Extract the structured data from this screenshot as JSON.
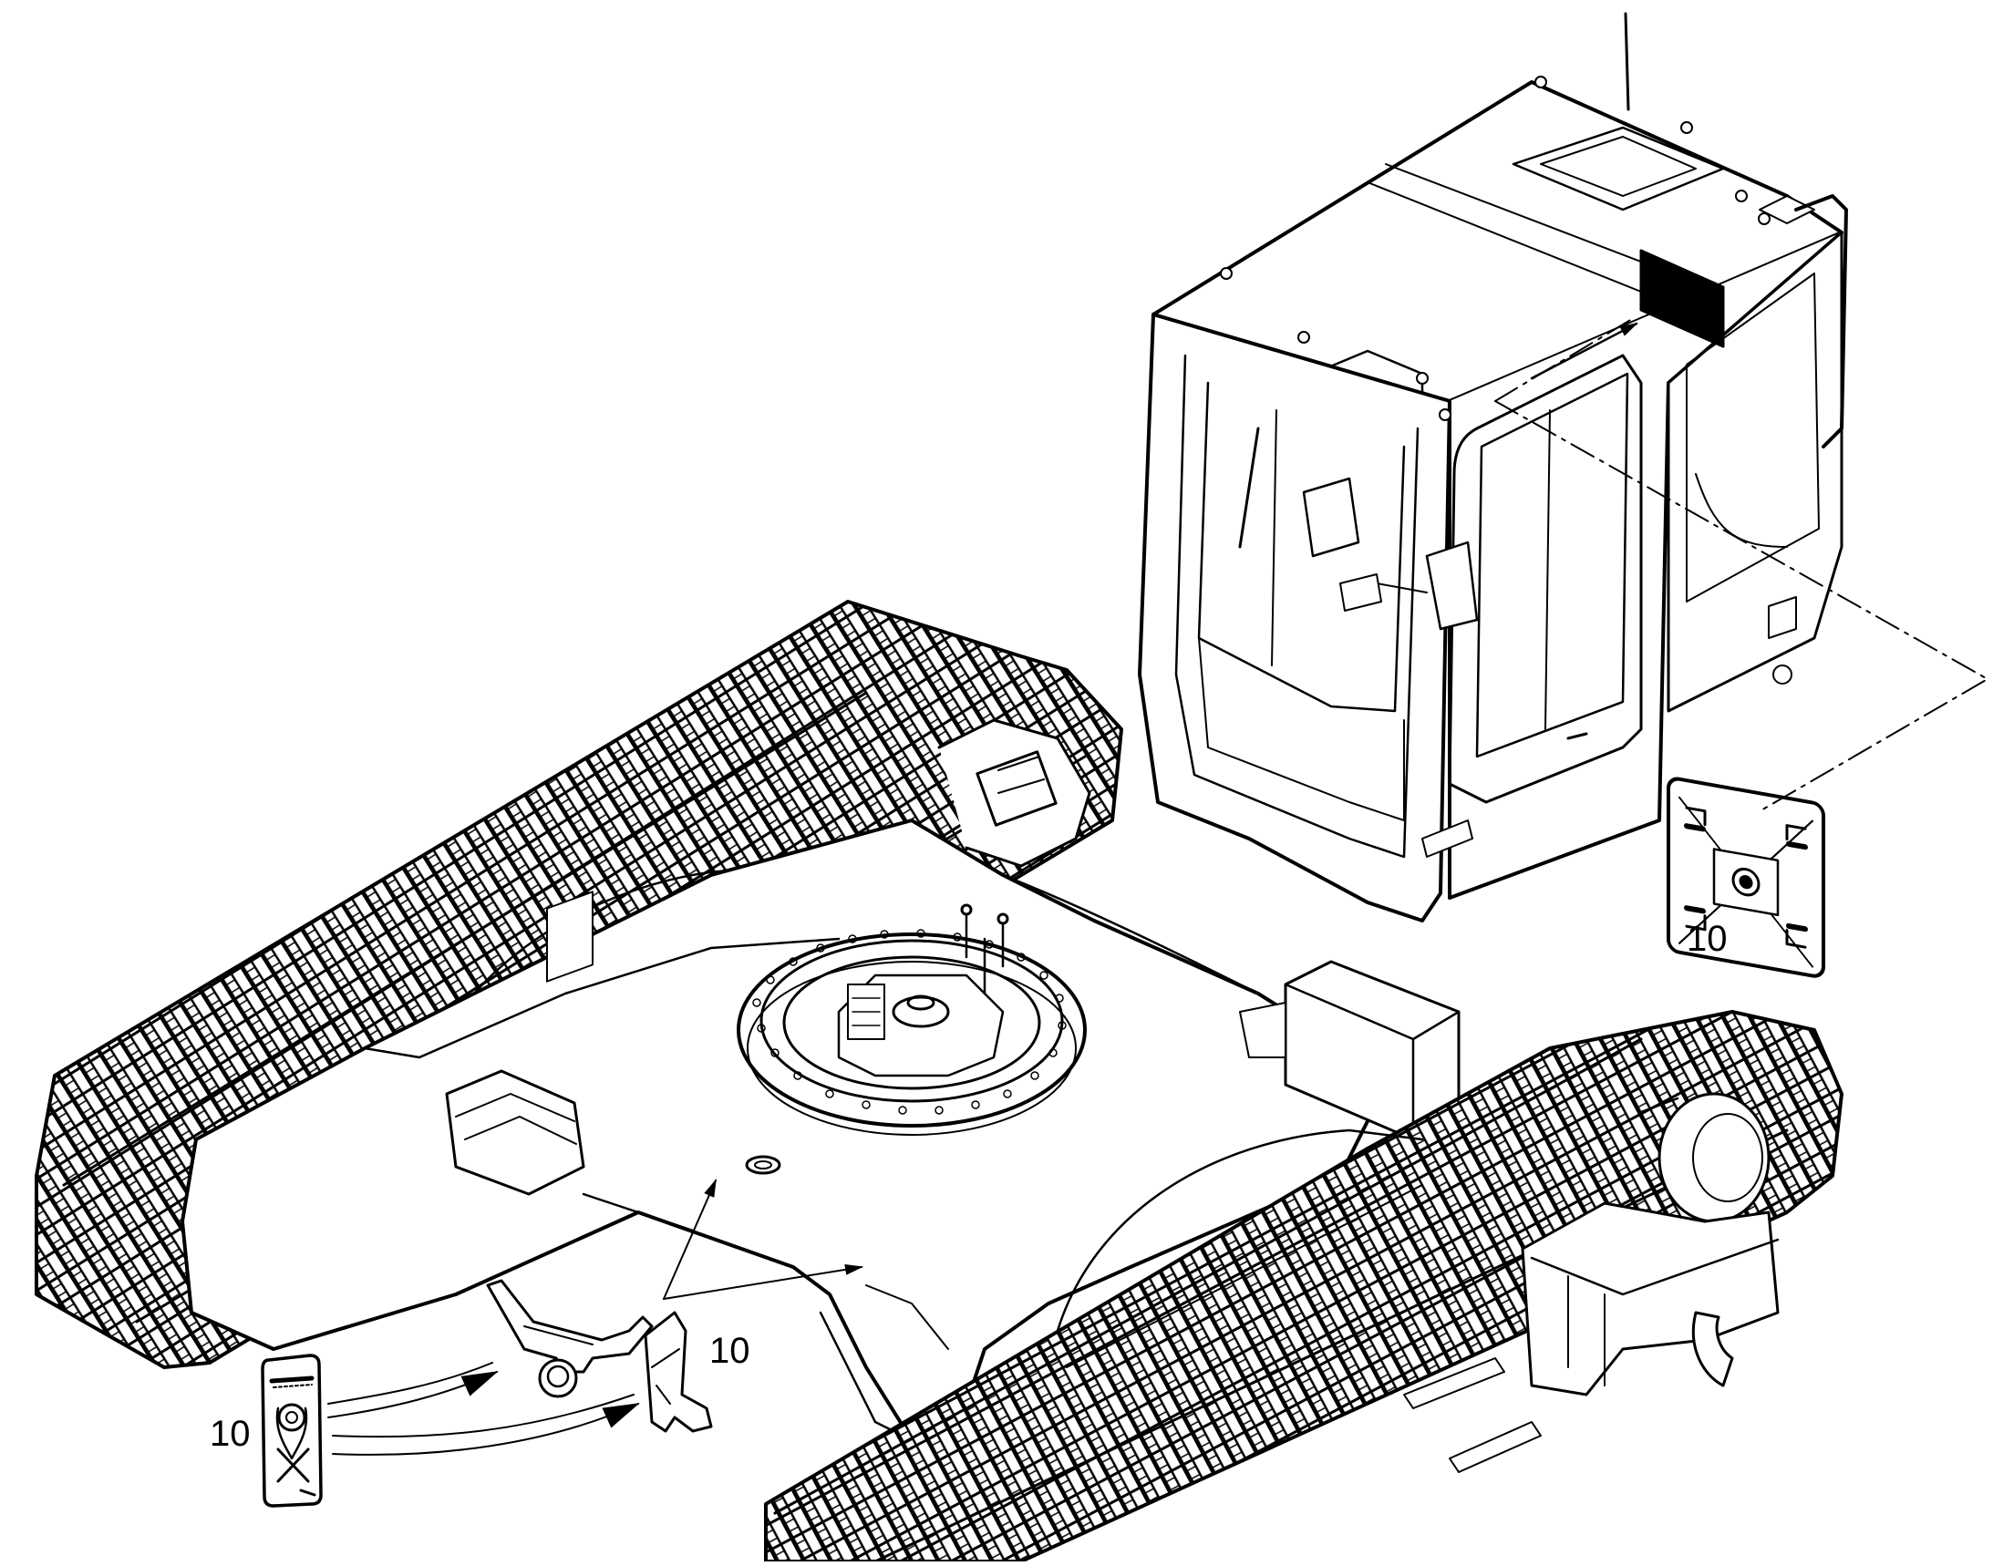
{
  "callouts": {
    "cab_decal": "10",
    "frame_decal_left": "10",
    "frame_decal_right": "10"
  },
  "colors": {
    "line": "#000000",
    "background": "#ffffff",
    "fill_light": "#ffffff"
  },
  "icons": {
    "cab_decal": "lifting-point-warning-icon",
    "frame_decal": "tie-down-point-icon"
  }
}
